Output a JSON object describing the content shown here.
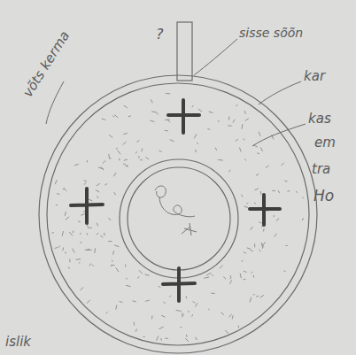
{
  "diagram": {
    "labels": [
      "võts kerma",
      "?",
      "sisse sõõn",
      "kar",
      "kas",
      "em",
      "tra",
      "Ho",
      "islik"
    ]
  }
}
